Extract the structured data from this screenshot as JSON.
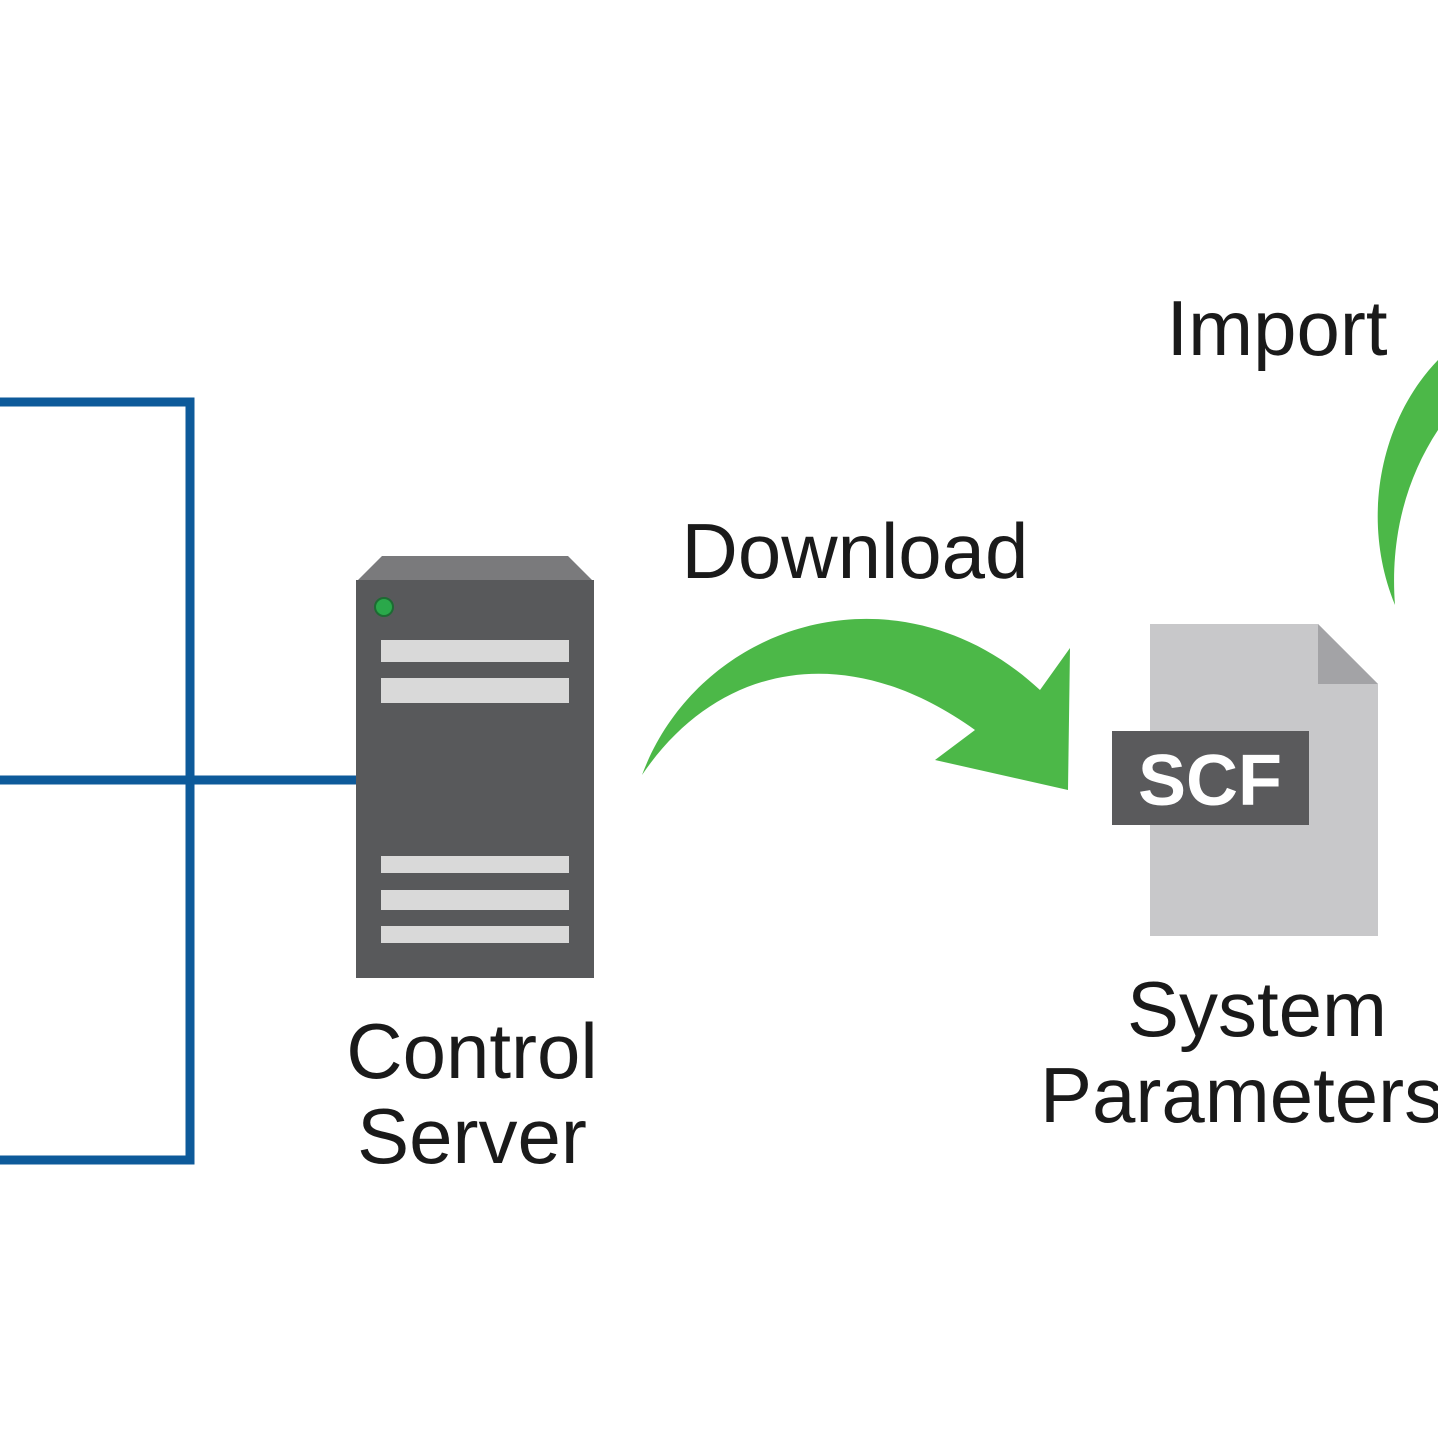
{
  "colors": {
    "background": "#ffffff",
    "network_line": "#0d5a9a",
    "arrow": "#4cb848",
    "server_body": "#58595b",
    "server_top": "#7a7a7c",
    "server_slot": "#d9d9d9",
    "server_led": "#2aa84a",
    "document": "#c8c8ca",
    "document_fold": "#a3a3a6",
    "scf_badge": "#5a5a5c",
    "scf_text": "#ffffff",
    "label_text": "#1a1a1a"
  },
  "icons": {
    "server": "server-tower-icon",
    "document": "file-document-icon",
    "download_arrow": "curved-arrow-right-icon",
    "import_arrow": "curved-arrow-up-icon"
  },
  "labels": {
    "download": "Download",
    "import": "Import",
    "control_server_line1": "Control",
    "control_server_line2": "Server",
    "system_parameters_line1": "System",
    "system_parameters_line2": "Parameters",
    "scf_badge": "SCF"
  }
}
